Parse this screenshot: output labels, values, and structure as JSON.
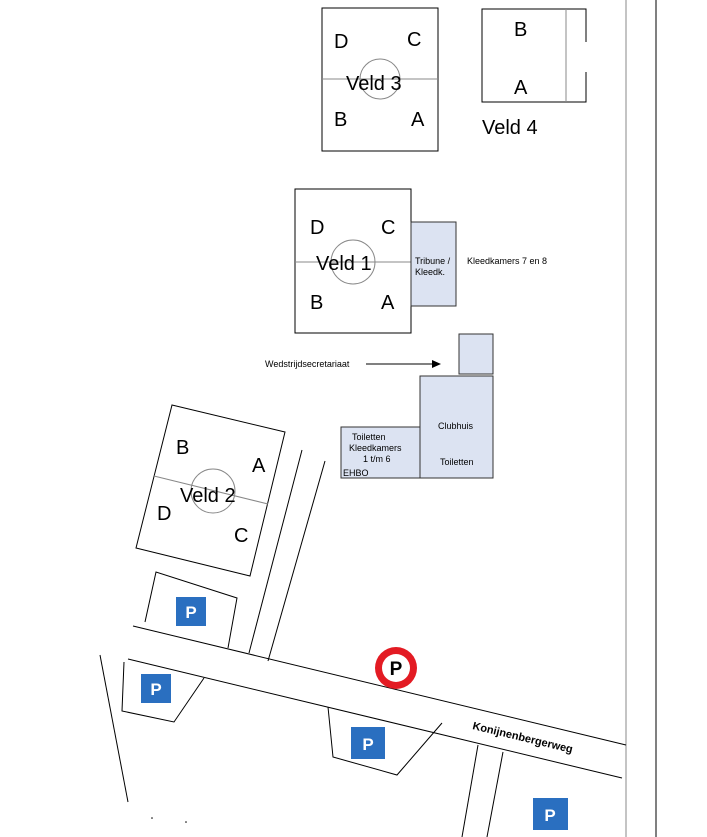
{
  "fields": {
    "veld3": {
      "name": "Veld 3",
      "corners": [
        "D",
        "C",
        "B",
        "A"
      ]
    },
    "veld4": {
      "name": "Veld 4",
      "corners": [
        "B",
        "A"
      ]
    },
    "veld1": {
      "name": "Veld 1",
      "corners": [
        "D",
        "C",
        "B",
        "A"
      ]
    },
    "veld2": {
      "name": "Veld 2",
      "corners": [
        "B",
        "A",
        "D",
        "C"
      ]
    }
  },
  "buildings": {
    "tribune": [
      "Tribune /",
      "Kleedk."
    ],
    "kleedkamers_78": "Kleedkamers 7 en 8",
    "wedstrijdsecretariaat": "Wedstrijdsecretariaat",
    "clubhuis": "Clubhuis",
    "clubhuis_toiletten": "Toiletten",
    "toiletten_block": [
      "Toiletten",
      "Kleedkamers",
      "1  t/m  6"
    ],
    "ehbo": "EHBO"
  },
  "road": {
    "name": "Konijnenbergerweg"
  },
  "parking": {
    "symbol": "P",
    "color": "#2a6fc0",
    "main_symbol": "P",
    "main_ring_color": "#e31b23"
  },
  "colors": {
    "building_fill": "#dce3f2"
  }
}
